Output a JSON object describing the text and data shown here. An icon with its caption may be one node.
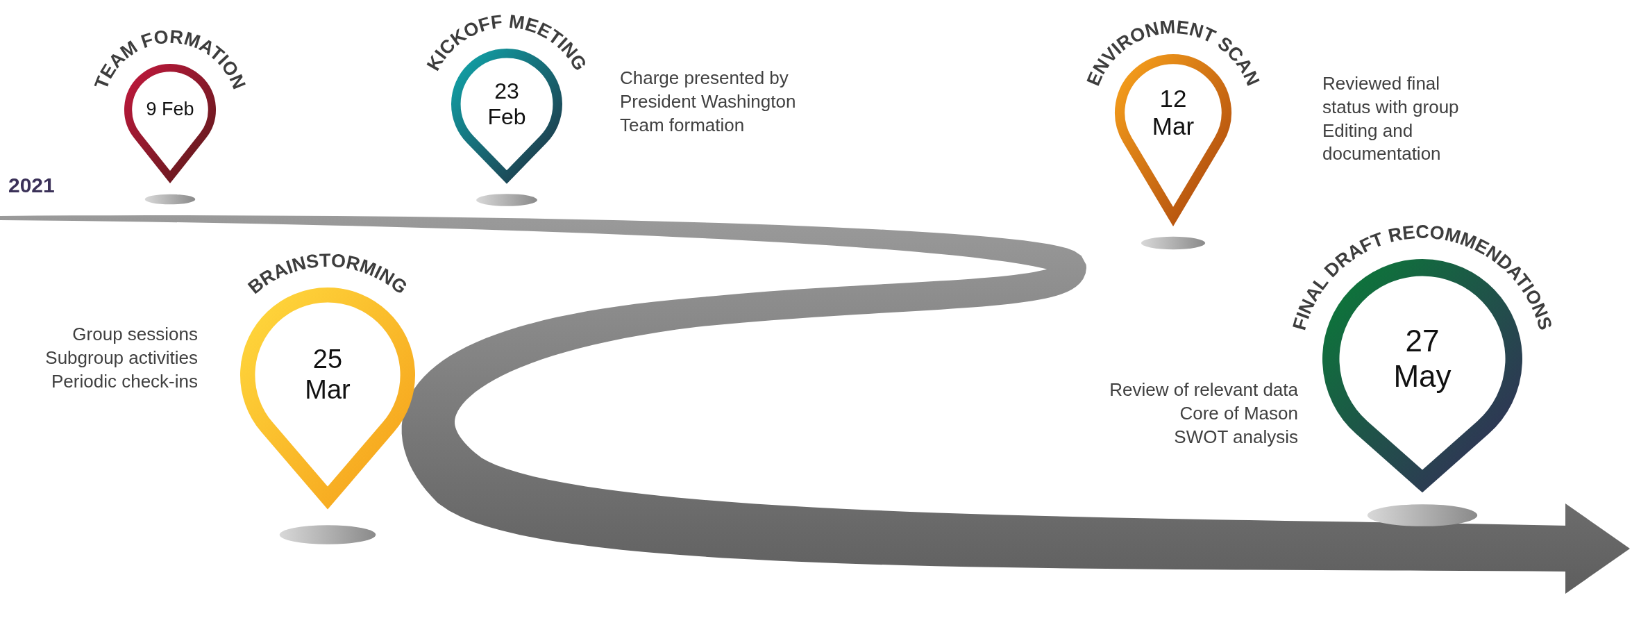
{
  "diagram": {
    "nodes": [
      {
        "text": [
          "TEAM FORMATION",
          "9 Feb"
        ]
      },
      {
        "text": [
          "KICKOFF MEETING",
          "23 Feb"
        ],
        "beside": [
          "Charge presented by President Washington",
          "Team formation"
        ]
      },
      {
        "text": [
          "ENVIRONMENT SCAN",
          "12 Mar"
        ],
        "beside": [
          "Reviewed final status with group",
          "Editing and documentation"
        ]
      },
      {
        "text": [
          "BRAINSTORMING",
          "25 Mar"
        ],
        "beside": [
          "Group sessions",
          "Subgroup activities",
          "Periodic check-ins"
        ]
      },
      {
        "text": [
          "FINAL DRAFT RECOMMENDATIONS",
          "27 May"
        ],
        "beside": [
          "Review of relevant data",
          "Core of Mason",
          "SWOT analysis"
        ]
      }
    ],
    "labels": [
      "2021"
    ]
  }
}
